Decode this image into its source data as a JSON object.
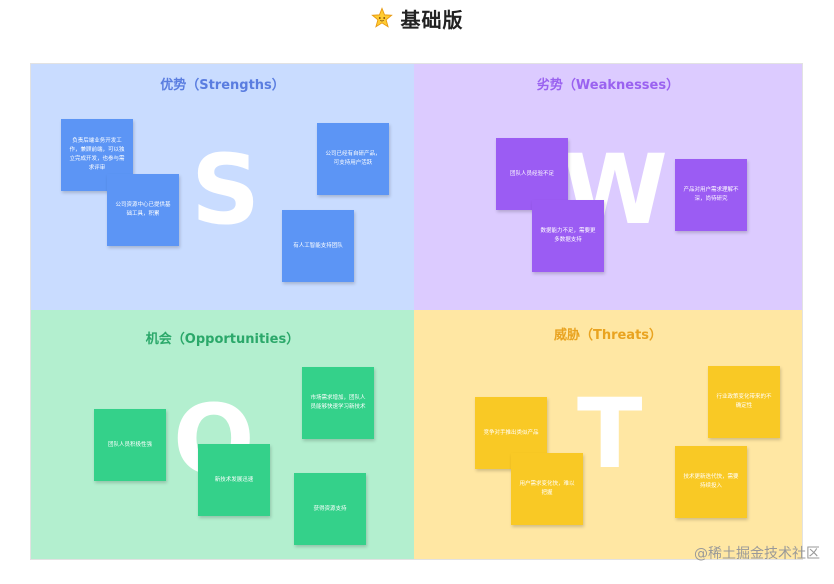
{
  "header": {
    "title": "基础版",
    "icon": "star-icon"
  },
  "quadrants": {
    "s": {
      "title": "优势（Strengths）",
      "letter": "S",
      "notes": [
        "负责后端业务开发工作，兼顾前端，可以独立完成开发，也参与需求评审",
        "公司资源中心已提供基础工具，积累",
        "公司已经有自研产品，可支持用户活跃",
        "有人工智能支持团队"
      ]
    },
    "w": {
      "title": "劣势（Weaknesses）",
      "letter": "W",
      "notes": [
        "团队人员经验不足",
        "数据能力不足，需要更多数据支持",
        "产品对用户需求理解不深，尚待研究"
      ]
    },
    "o": {
      "title": "机会（Opportunities）",
      "letter": "O",
      "notes": [
        "团队人员积极性强",
        "新技术发展迅速",
        "市场需求增加，团队人员能够快速学习新技术",
        "获得资源支持"
      ]
    },
    "t": {
      "title": "威胁（Threats）",
      "letter": "T",
      "notes": [
        "竞争对手推出类似产品",
        "用户需求变化快，难以把握",
        "行业政策变化带来的不确定性",
        "技术更新迭代快，需要持续投入"
      ]
    }
  },
  "watermark": "@稀土掘金技术社区",
  "colors": {
    "strengths_bg": "#c9dcff",
    "weaknesses_bg": "#dccbff",
    "opportunities_bg": "#b3efcf",
    "threats_bg": "#ffe7a3",
    "blue_note": "#5c95f5",
    "purple_note": "#9b5cf3",
    "green_note": "#34d18a",
    "yellow_note": "#f9c925"
  }
}
